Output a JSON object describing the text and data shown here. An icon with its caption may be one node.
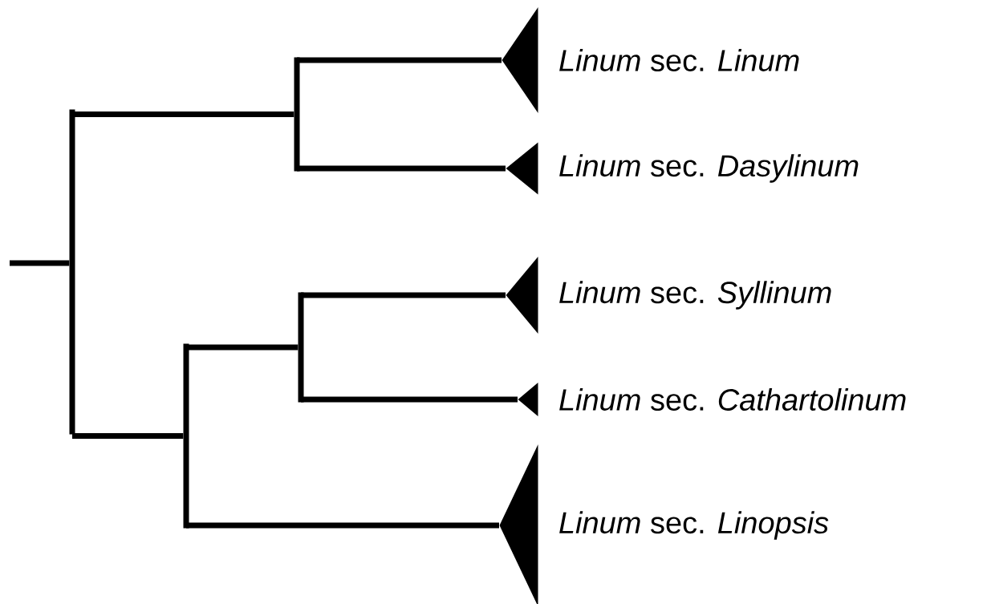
{
  "diagram": {
    "nodes": [
      {
        "text": [],
        "shape": "bar"
      },
      {
        "text": [],
        "shape": "bar"
      },
      {
        "text": [],
        "shape": "bar"
      },
      {
        "text": [],
        "shape": "bar"
      },
      {
        "text": [
          "*Linum* sec. *Linum*"
        ]
      },
      {
        "text": [
          "*Linum* sec. *Dasylinum*"
        ]
      },
      {
        "text": [
          "*Linum* sec. *Syllinum*"
        ]
      },
      {
        "text": [
          "*Linum* sec. *Cathartolinum*"
        ]
      },
      {
        "text": [
          "*Linum* sec. *Linopsis*"
        ]
      }
    ],
    "edges": [
      {
        "from": null,
        "to": 0,
        "arrow": "none"
      },
      {
        "from": 0,
        "to": 1,
        "arrow": "none"
      },
      {
        "from": 0,
        "to": 2,
        "arrow": "none"
      },
      {
        "from": 1,
        "to": 4,
        "arrow": "none"
      },
      {
        "from": 1,
        "to": 5,
        "arrow": "none"
      },
      {
        "from": 2,
        "to": 3,
        "arrow": "none"
      },
      {
        "from": 2,
        "to": 8,
        "arrow": "none"
      },
      {
        "from": 3,
        "to": 6,
        "arrow": "none"
      },
      {
        "from": 3,
        "to": 7,
        "arrow": "none"
      }
    ]
  }
}
